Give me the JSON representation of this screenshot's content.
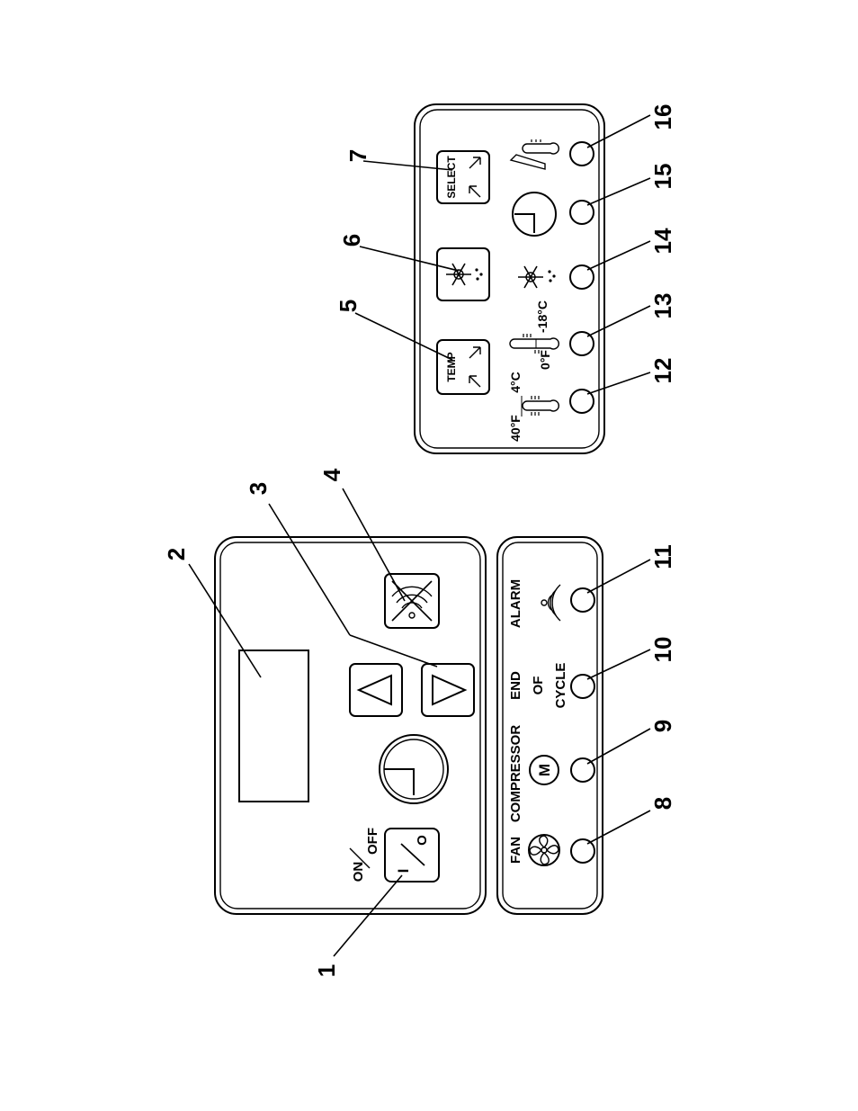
{
  "callouts": {
    "c1": "1",
    "c2": "2",
    "c3": "3",
    "c4": "4",
    "c5": "5",
    "c6": "6",
    "c7": "7",
    "c8": "8",
    "c9": "9",
    "c10": "10",
    "c11": "11",
    "c12": "12",
    "c13": "13",
    "c14": "14",
    "c15": "15",
    "c16": "16"
  },
  "main_panel": {
    "on_label": "ON",
    "off_label": "OFF",
    "power_on_symbol": "I",
    "power_off_symbol": "O"
  },
  "indicator_panel": {
    "fan_label": "FAN",
    "compressor_label": "COMPRESSOR",
    "compressor_symbol": "M",
    "end_label": "END",
    "of_label": "OF",
    "cycle_label": "CYCLE",
    "alarm_label": "ALARM"
  },
  "mode_panel": {
    "temp_button_label": "TEMP",
    "select_button_label": "SELECT",
    "temp_40f": "40°F",
    "temp_4c": "4°C",
    "temp_0f": "0°F",
    "temp_minus18c": "-18°C"
  },
  "icons": [
    "power-toggle-icon",
    "clock-icon",
    "left-arrow-icon",
    "right-arrow-icon",
    "alarm-mute-icon",
    "fan-icon",
    "motor-icon",
    "alarm-sound-icon",
    "thermometer-icon",
    "snowflake-icon",
    "probe-icon",
    "clock-icon"
  ]
}
